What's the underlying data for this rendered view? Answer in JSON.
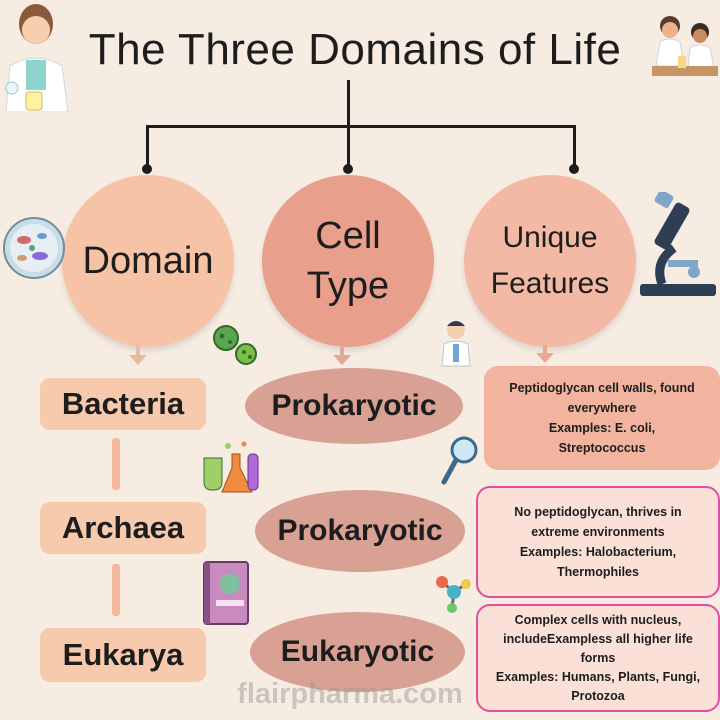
{
  "title": "The Three Domains of Life",
  "headers": {
    "domain": "Domain",
    "cell_type_line1": "Cell",
    "cell_type_line2": "Type",
    "unique_line1": "Unique",
    "unique_line2": "Features"
  },
  "rows": [
    {
      "domain": "Bacteria",
      "cell_type": "Prokaryotic",
      "features": [
        "Peptidoglycan cell walls, found",
        "everywhere",
        "Examples: E. coli,",
        "Streptococcus"
      ]
    },
    {
      "domain": "Archaea",
      "cell_type": "Prokaryotic",
      "features": [
        "No peptidoglycan, thrives in",
        "extreme environments",
        "Examples:  Halobacterium,",
        "Thermophiles"
      ]
    },
    {
      "domain": "Eukarya",
      "cell_type": "Eukaryotic",
      "features": [
        "Complex cells with nucleus,",
        "includeExampless all higher life",
        "forms",
        "Examples: Humans, Plants, Fungi,",
        "Protozoa"
      ]
    }
  ],
  "watermark": "flairpharma.com",
  "colors": {
    "background": "#f6ece2",
    "domain_circle": "#f6c3a6",
    "celltype_circle": "#e8a08c",
    "features_circle": "#f3b9a4",
    "pill": "#d9a193",
    "feature_border": "#e34fa0"
  },
  "icons": [
    "scientist-icon",
    "lab-team-icon",
    "bacteria-petri-icon",
    "germs-icon",
    "microscope-icon",
    "doctor-icon",
    "lab-flasks-icon",
    "magnifier-icon",
    "molecule-icon",
    "science-book-icon"
  ]
}
